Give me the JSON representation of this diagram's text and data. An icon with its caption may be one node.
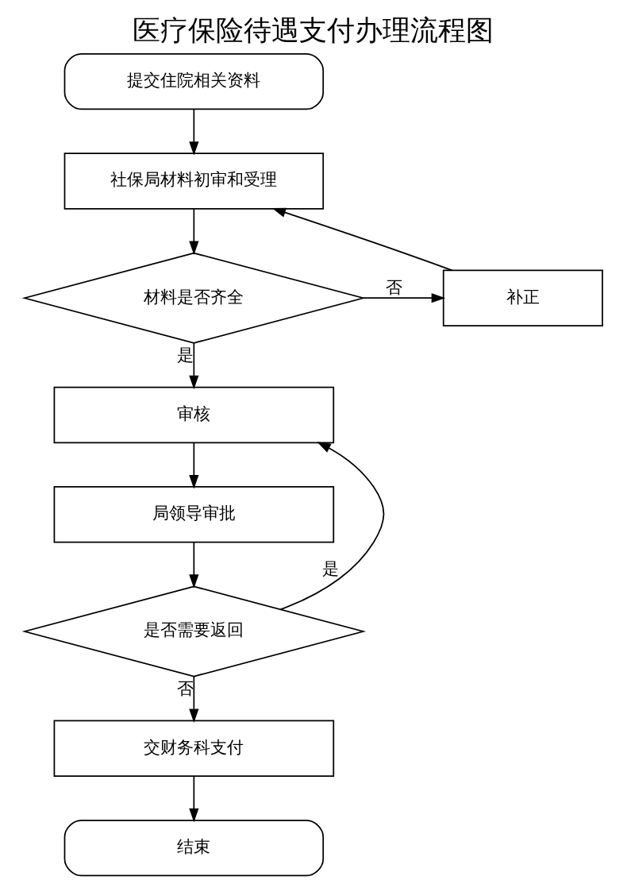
{
  "diagram": {
    "title": "医疗保险待遇支付办理流程图",
    "nodes": [
      {
        "text": [
          "提交住院相关资料"
        ]
      },
      {
        "text": [
          "社保局材料初审和受理"
        ]
      },
      {
        "text": [
          "材料是否齐全"
        ]
      },
      {
        "text": [
          "补正"
        ]
      },
      {
        "text": [
          "审核"
        ]
      },
      {
        "text": [
          "局领导审批"
        ]
      },
      {
        "text": [
          "是否需要返回"
        ]
      },
      {
        "text": [
          "交财务科支付"
        ]
      },
      {
        "text": [
          "结束"
        ]
      }
    ],
    "edges": [
      {
        "from": 0,
        "to": 1,
        "arrow": "to"
      },
      {
        "from": 1,
        "to": 2,
        "arrow": "to"
      },
      {
        "from": 2,
        "to": 3,
        "arrow": "to",
        "label": "否"
      },
      {
        "from": 3,
        "to": 1,
        "arrow": "to"
      },
      {
        "from": 2,
        "to": 4,
        "arrow": "to",
        "label": "是"
      },
      {
        "from": 4,
        "to": 5,
        "arrow": "to"
      },
      {
        "from": 5,
        "to": 6,
        "arrow": "to"
      },
      {
        "from": 6,
        "to": 4,
        "arrow": "to",
        "label": "是"
      },
      {
        "from": 6,
        "to": 7,
        "arrow": "to",
        "label": "否"
      },
      {
        "from": 7,
        "to": 8,
        "arrow": "to"
      }
    ]
  }
}
